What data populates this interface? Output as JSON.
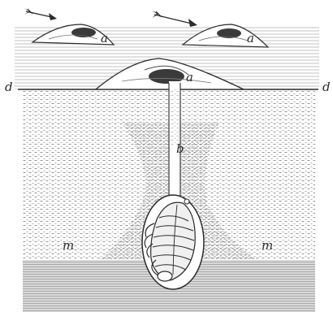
{
  "figure": {
    "labels": {
      "a_top_left": "a",
      "a_top_right": "a",
      "a_center": "a",
      "b": "b",
      "d_left": "d",
      "d_right": "d",
      "m_left": "m",
      "m_right": "m"
    },
    "colors": {
      "ink": "#2a2a2a",
      "hatch": "#8a8a8a",
      "hatch_dark": "#6f6f6f",
      "soil_bottom": "#d8d8d8",
      "paper": "#ffffff"
    }
  }
}
